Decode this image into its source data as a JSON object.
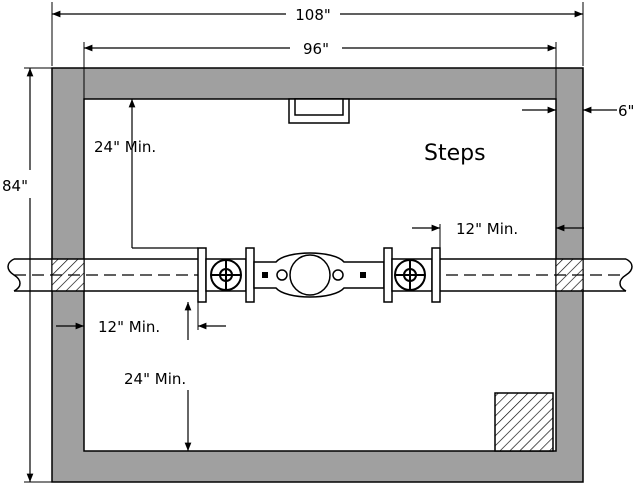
{
  "colors": {
    "wall": "#a0a0a0",
    "line": "#000000",
    "background": "#ffffff"
  },
  "labels": {
    "outer_width": "108\"",
    "inner_width": "96\"",
    "outer_height": "84\"",
    "wall_thickness": "6\"",
    "top_clearance": "24\" Min.",
    "bottom_clearance": "24\" Min.",
    "right_clearance": "12\" Min.",
    "left_clearance": "12\" Min.",
    "steps": "Steps"
  }
}
